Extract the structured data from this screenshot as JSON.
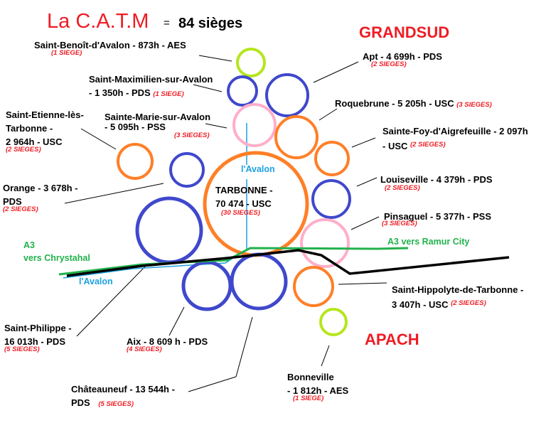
{
  "header": {
    "title": "La C.A.T.M",
    "equals": "=",
    "total_seats": "84 sièges"
  },
  "regions": {
    "north": "GRANDSUD",
    "south": "APACH"
  },
  "roads": {
    "a3_west_line1": "A3",
    "a3_west_line2": "vers Chrystahal",
    "a3_east": "A3 vers Ramur City",
    "river_west": "l'Avalon",
    "river_center": "l'Avalon"
  },
  "colors": {
    "AES": "#b5e61d",
    "PDS": "#3f48cc",
    "PSS": "#ffaec9",
    "USC": "#ff7f27",
    "highway": "#22b14c",
    "river": "#1ba1e2",
    "rail": "#000000",
    "accent": "#ee1c24"
  },
  "communes": [
    {
      "id": "saint-benoit",
      "line1": "Saint-Benoît-d'Avalon - 873h - AES",
      "line2": "",
      "seats": "(1 SIEGE)",
      "party": "AES",
      "seat_count": 1
    },
    {
      "id": "saint-maximilien",
      "line1": "Saint-Maximilien-sur-Avalon",
      "line2": "- 1 350h - PDS",
      "seats": "(1 SIEGE)",
      "party": "PDS",
      "seat_count": 1
    },
    {
      "id": "apt",
      "line1": "Apt - 4 699h - PDS",
      "line2": "",
      "seats": "(2 SIEGES)",
      "party": "PDS",
      "seat_count": 2
    },
    {
      "id": "saint-etienne",
      "line1": "Saint-Etienne-lès-",
      "line2": "Tarbonne -",
      "line3": "2 964h - USC",
      "seats": "(2 SIEGES)",
      "party": "USC",
      "seat_count": 2
    },
    {
      "id": "sainte-marie",
      "line1": "Sainte-Marie-sur-Avalon",
      "line2": "- 5 095h - PSS",
      "seats": "(3 SIEGES)",
      "party": "PSS",
      "seat_count": 3
    },
    {
      "id": "roquebrune",
      "line1": "Roquebrune - 5 205h - USC",
      "line2": "",
      "seats": "(3 SIEGES)",
      "party": "USC",
      "seat_count": 3
    },
    {
      "id": "sainte-foy",
      "line1": "Sainte-Foy-d'Aigrefeuille - 2 097h",
      "line2": "- USC",
      "seats": "(2 SIEGES)",
      "party": "USC",
      "seat_count": 2
    },
    {
      "id": "orange",
      "line1": "Orange - 3 678h -",
      "line2": "PDS",
      "seats": "(2 SIEGES)",
      "party": "PDS",
      "seat_count": 2
    },
    {
      "id": "tarbonne",
      "line1": "TARBONNE -",
      "line2": "70 474 - USC",
      "seats": "(30 SIEGES)",
      "party": "USC",
      "seat_count": 30
    },
    {
      "id": "louiseville",
      "line1": "Louiseville - 4 379h - PDS",
      "line2": "",
      "seats": "(2 SIEGES)",
      "party": "PDS",
      "seat_count": 2
    },
    {
      "id": "pinsaguel",
      "line1": "Pinsaguel - 5 377h - PSS",
      "line2": "",
      "seats": "(3 SIEGES)",
      "party": "PSS",
      "seat_count": 3
    },
    {
      "id": "saint-hippolyte",
      "line1": "Saint-Hippolyte-de-Tarbonne -",
      "line2": "3 407h - USC",
      "seats": "(2 SIEGES)",
      "party": "USC",
      "seat_count": 2
    },
    {
      "id": "saint-philippe",
      "line1": "Saint-Philippe -",
      "line2": "16 013h - PDS",
      "seats": "(5 SIEGES)",
      "party": "PDS",
      "seat_count": 5
    },
    {
      "id": "aix",
      "line1": "Aix - 8 609 h - PDS",
      "line2": "",
      "seats": "(4 SIEGES)",
      "party": "PDS",
      "seat_count": 4
    },
    {
      "id": "chateauneuf",
      "line1": "Châteauneuf - 13 544h -",
      "line2": "PDS",
      "seats": "(5 SIEGES)",
      "party": "PDS",
      "seat_count": 5
    },
    {
      "id": "bonneville",
      "line1": "Bonneville",
      "line2": "- 1 812h - AES",
      "seats": "(1 SIEGE)",
      "party": "AES",
      "seat_count": 1
    }
  ]
}
